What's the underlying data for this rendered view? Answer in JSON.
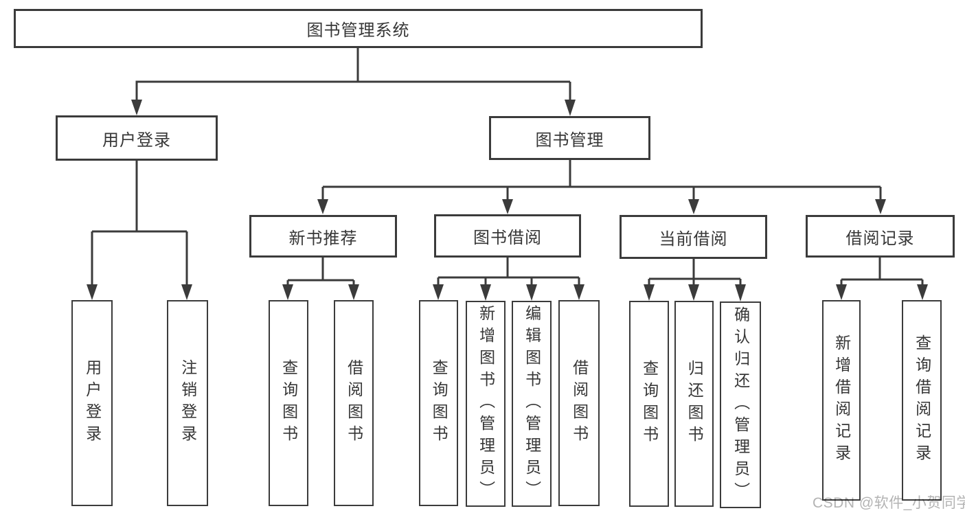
{
  "tree": {
    "label": "图书管理系统",
    "children": [
      {
        "label": "用户登录",
        "children": [
          {
            "label": "用户登录"
          },
          {
            "label": "注销登录"
          }
        ]
      },
      {
        "label": "图书管理",
        "children": [
          {
            "label": "新书推荐",
            "children": [
              {
                "label": "查询图书"
              },
              {
                "label": "借阅图书"
              }
            ]
          },
          {
            "label": "图书借阅",
            "children": [
              {
                "label": "查询图书"
              },
              {
                "label": "新增图书（管理员）"
              },
              {
                "label": "编辑图书（管理员）"
              },
              {
                "label": "借阅图书"
              }
            ]
          },
          {
            "label": "当前借阅",
            "children": [
              {
                "label": "查询图书"
              },
              {
                "label": "归还图书"
              },
              {
                "label": "确认归还（管理员）"
              }
            ]
          },
          {
            "label": "借阅记录",
            "children": [
              {
                "label": "新增借阅记录"
              },
              {
                "label": "查询借阅记录"
              }
            ]
          }
        ]
      }
    ]
  },
  "watermark": {
    "text": "CSDN @软件_小贺同学"
  },
  "colors": {
    "line": "#3b3b3b",
    "text": "#363636",
    "node_bg": "#ffffff",
    "page_bg": "#ffffff",
    "watermark": "#b3b3b3"
  }
}
